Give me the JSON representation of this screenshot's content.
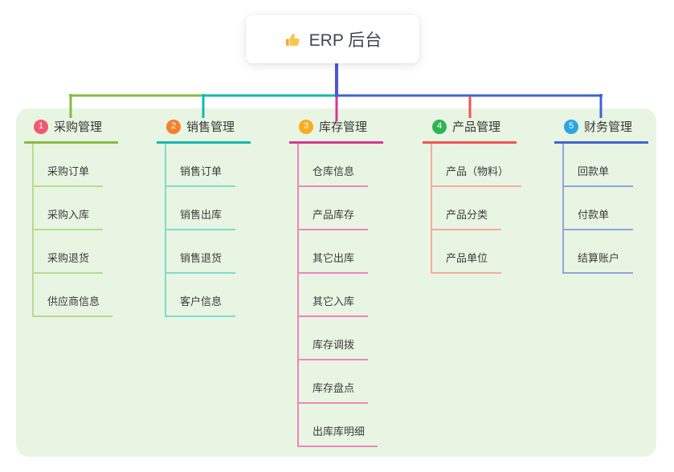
{
  "root": {
    "title": "ERP 后台",
    "icon": "thumbs-up-icon"
  },
  "colors": {
    "green": "#82bd40",
    "teal": "#13b8ad",
    "magenta": "#d93691",
    "red": "#f15352",
    "blue": "#3d64d5",
    "stub": "#4a58d4",
    "panel_background": "#e8f5e2",
    "card_background": "#ffffff"
  },
  "branches": [
    {
      "index": "1",
      "label": "采购管理",
      "badge_color": "#f25872",
      "color": "#82bd40",
      "light_color": "#b6dc8e",
      "children": [
        "采购订单",
        "采购入库",
        "采购退货",
        "供应商信息"
      ]
    },
    {
      "index": "2",
      "label": "销售管理",
      "badge_color": "#f5802d",
      "color": "#13b8ad",
      "light_color": "#7edcd2",
      "children": [
        "销售订单",
        "销售出库",
        "销售退货",
        "客户信息"
      ]
    },
    {
      "index": "3",
      "label": "库存管理",
      "badge_color": "#fbab21",
      "color": "#d93691",
      "light_color": "#f083c1",
      "children": [
        "仓库信息",
        "产品库存",
        "其它出库",
        "其它入库",
        "库存调拨",
        "库存盘点",
        "出库库明细"
      ]
    },
    {
      "index": "4",
      "label": "产品管理",
      "badge_color": "#2fb455",
      "color": "#f15352",
      "light_color": "#f7a9a4",
      "children": [
        "产品（物料）",
        "产品分类",
        "产品单位"
      ]
    },
    {
      "index": "5",
      "label": "财务管理",
      "badge_color": "#2aa6e0",
      "color": "#3d64d5",
      "light_color": "#92a4dd",
      "children": [
        "回款单",
        "付款单",
        "结算账户"
      ]
    }
  ]
}
